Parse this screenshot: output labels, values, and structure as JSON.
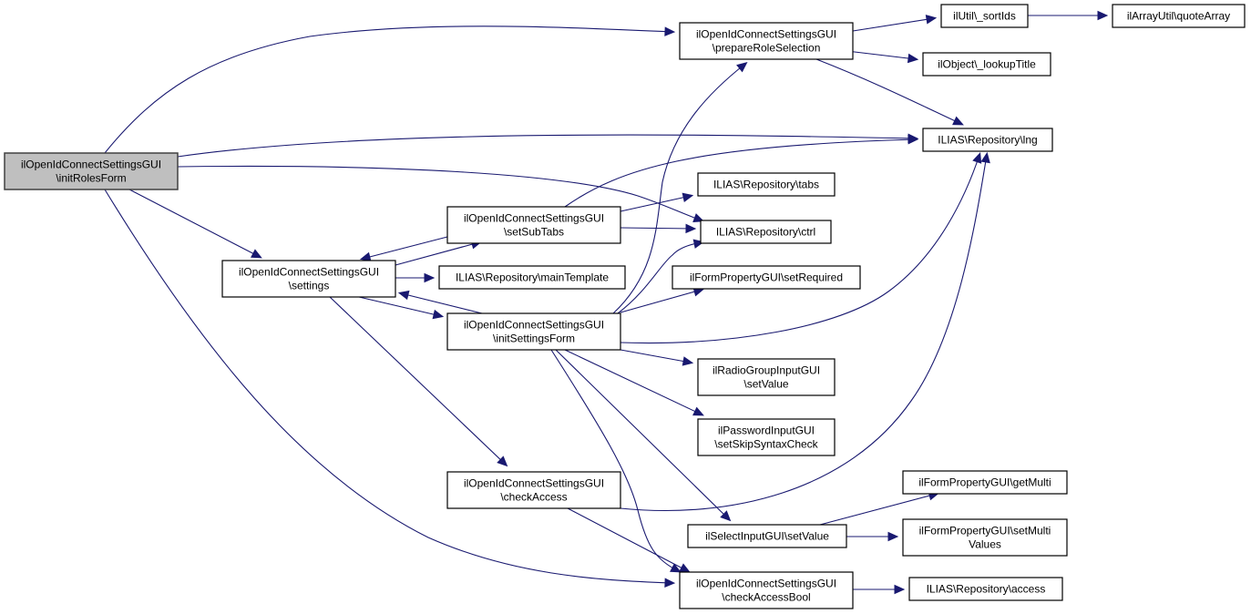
{
  "diagram": {
    "type": "call-graph",
    "root": "n_initRolesForm",
    "colors": {
      "edge": "#191970",
      "root_fill": "#bfbfbf",
      "node_fill": "#ffffff",
      "border": "#000000"
    },
    "nodes": [
      {
        "id": "n_initRolesForm",
        "lines": [
          "ilOpenIdConnectSettingsGUI",
          "\\initRolesForm"
        ],
        "root": true
      },
      {
        "id": "n_prepareRoleSelection",
        "lines": [
          "ilOpenIdConnectSettingsGUI",
          "\\prepareRoleSelection"
        ]
      },
      {
        "id": "n_sortIds",
        "lines": [
          "ilUtil\\_sortIds"
        ]
      },
      {
        "id": "n_quoteArray",
        "lines": [
          "ilArrayUtil\\quoteArray"
        ]
      },
      {
        "id": "n_lookupTitle",
        "lines": [
          "ilObject\\_lookupTitle"
        ]
      },
      {
        "id": "n_lng",
        "lines": [
          "ILIAS\\Repository\\lng"
        ]
      },
      {
        "id": "n_tabs",
        "lines": [
          "ILIAS\\Repository\\tabs"
        ]
      },
      {
        "id": "n_setSubTabs",
        "lines": [
          "ilOpenIdConnectSettingsGUI",
          "\\setSubTabs"
        ]
      },
      {
        "id": "n_ctrl",
        "lines": [
          "ILIAS\\Repository\\ctrl"
        ]
      },
      {
        "id": "n_settings",
        "lines": [
          "ilOpenIdConnectSettingsGUI",
          "\\settings"
        ]
      },
      {
        "id": "n_mainTemplate",
        "lines": [
          "ILIAS\\Repository\\mainTemplate"
        ]
      },
      {
        "id": "n_setRequired",
        "lines": [
          "ilFormPropertyGUI\\setRequired"
        ]
      },
      {
        "id": "n_initSettingsForm",
        "lines": [
          "ilOpenIdConnectSettingsGUI",
          "\\initSettingsForm"
        ]
      },
      {
        "id": "n_radioSetValue",
        "lines": [
          "ilRadioGroupInputGUI",
          "\\setValue"
        ]
      },
      {
        "id": "n_setSkipSyntaxCheck",
        "lines": [
          "ilPasswordInputGUI",
          "\\setSkipSyntaxCheck"
        ]
      },
      {
        "id": "n_checkAccess",
        "lines": [
          "ilOpenIdConnectSettingsGUI",
          "\\checkAccess"
        ]
      },
      {
        "id": "n_getMulti",
        "lines": [
          "ilFormPropertyGUI\\getMulti"
        ]
      },
      {
        "id": "n_selectSetValue",
        "lines": [
          "ilSelectInputGUI\\setValue"
        ]
      },
      {
        "id": "n_setMultiValues",
        "lines": [
          "ilFormPropertyGUI\\setMulti",
          "Values"
        ]
      },
      {
        "id": "n_checkAccessBool",
        "lines": [
          "ilOpenIdConnectSettingsGUI",
          "\\checkAccessBool"
        ]
      },
      {
        "id": "n_access",
        "lines": [
          "ILIAS\\Repository\\access"
        ]
      }
    ],
    "edges": [
      {
        "from": "n_initRolesForm",
        "to": "n_prepareRoleSelection"
      },
      {
        "from": "n_initRolesForm",
        "to": "n_lng"
      },
      {
        "from": "n_initRolesForm",
        "to": "n_ctrl"
      },
      {
        "from": "n_initRolesForm",
        "to": "n_settings"
      },
      {
        "from": "n_initRolesForm",
        "to": "n_checkAccessBool"
      },
      {
        "from": "n_prepareRoleSelection",
        "to": "n_sortIds"
      },
      {
        "from": "n_prepareRoleSelection",
        "to": "n_lookupTitle"
      },
      {
        "from": "n_prepareRoleSelection",
        "to": "n_lng"
      },
      {
        "from": "n_sortIds",
        "to": "n_quoteArray"
      },
      {
        "from": "n_setSubTabs",
        "to": "n_lng"
      },
      {
        "from": "n_setSubTabs",
        "to": "n_tabs"
      },
      {
        "from": "n_setSubTabs",
        "to": "n_ctrl"
      },
      {
        "from": "n_setSubTabs",
        "to": "n_settings"
      },
      {
        "from": "n_settings",
        "to": "n_setSubTabs"
      },
      {
        "from": "n_settings",
        "to": "n_mainTemplate"
      },
      {
        "from": "n_settings",
        "to": "n_initSettingsForm"
      },
      {
        "from": "n_settings",
        "to": "n_checkAccess"
      },
      {
        "from": "n_initSettingsForm",
        "to": "n_settings"
      },
      {
        "from": "n_initSettingsForm",
        "to": "n_prepareRoleSelection"
      },
      {
        "from": "n_initSettingsForm",
        "to": "n_ctrl"
      },
      {
        "from": "n_initSettingsForm",
        "to": "n_setRequired"
      },
      {
        "from": "n_initSettingsForm",
        "to": "n_lng"
      },
      {
        "from": "n_initSettingsForm",
        "to": "n_radioSetValue"
      },
      {
        "from": "n_initSettingsForm",
        "to": "n_setSkipSyntaxCheck"
      },
      {
        "from": "n_initSettingsForm",
        "to": "n_selectSetValue"
      },
      {
        "from": "n_initSettingsForm",
        "to": "n_checkAccessBool"
      },
      {
        "from": "n_checkAccess",
        "to": "n_lng"
      },
      {
        "from": "n_checkAccess",
        "to": "n_checkAccessBool"
      },
      {
        "from": "n_selectSetValue",
        "to": "n_getMulti"
      },
      {
        "from": "n_selectSetValue",
        "to": "n_setMultiValues"
      },
      {
        "from": "n_checkAccessBool",
        "to": "n_access"
      }
    ]
  }
}
